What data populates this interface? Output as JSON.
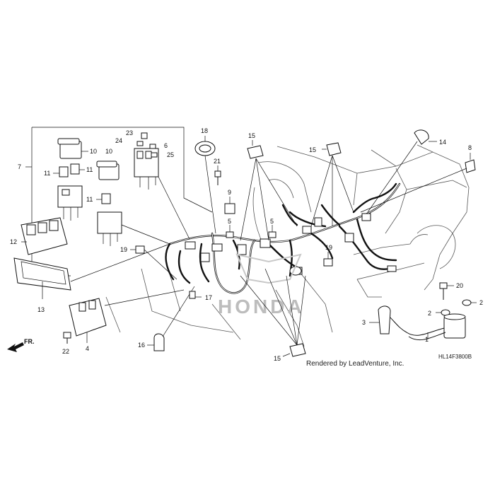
{
  "callouts": {
    "n1": "1",
    "n2a": "2",
    "n2b": "2",
    "n3": "3",
    "n4": "4",
    "n5a": "5",
    "n5b": "5",
    "n6": "6",
    "n7": "7",
    "n8": "8",
    "n9": "9",
    "n10a": "10",
    "n10b": "10",
    "n11a": "11",
    "n11b": "11",
    "n11c": "11",
    "n12": "12",
    "n13": "13",
    "n14": "14",
    "n15a": "15",
    "n15b": "15",
    "n15c": "15",
    "n16": "16",
    "n17": "17",
    "n18": "18",
    "n19a": "19",
    "n19b": "19",
    "n20": "20",
    "n21": "21",
    "n22": "22",
    "n23": "23",
    "n24": "24",
    "n25": "25"
  },
  "direction_label": "FR.",
  "watermark": "HONDA",
  "credit": "Rendered by LeadVenture, Inc.",
  "diagram_code": "HL14F3800B"
}
